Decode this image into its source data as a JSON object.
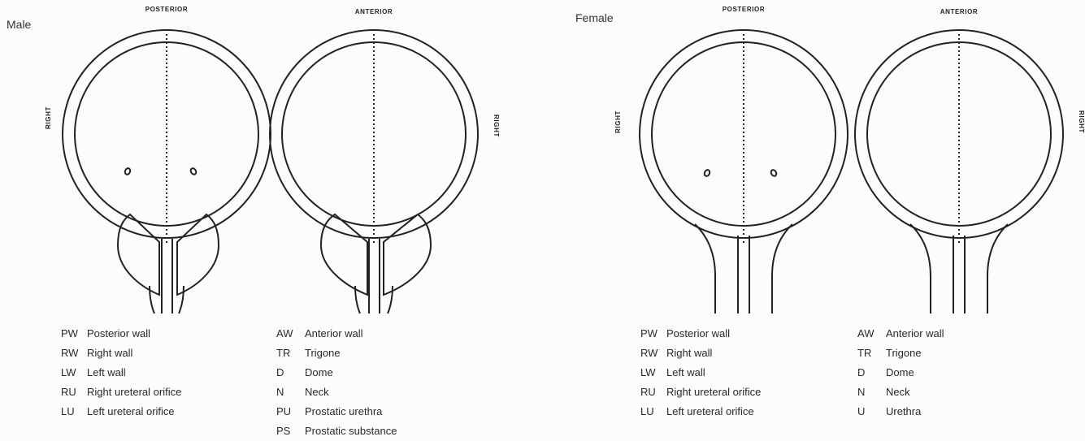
{
  "male": {
    "title": "Male",
    "posterior_label": "POSTERIOR",
    "anterior_label": "ANTERIOR",
    "right_label_left": "RIGHT",
    "right_label_right": "RIGHT",
    "legend_left": [
      {
        "code": "PW",
        "desc": "Posterior wall"
      },
      {
        "code": "RW",
        "desc": "Right wall"
      },
      {
        "code": "LW",
        "desc": "Left wall"
      },
      {
        "code": "RU",
        "desc": "Right ureteral orifice"
      },
      {
        "code": "LU",
        "desc": "Left ureteral orifice"
      }
    ],
    "legend_right": [
      {
        "code": "AW",
        "desc": "Anterior wall"
      },
      {
        "code": "TR",
        "desc": "Trigone"
      },
      {
        "code": "D",
        "desc": "Dome"
      },
      {
        "code": "N",
        "desc": "Neck"
      },
      {
        "code": "PU",
        "desc": "Prostatic urethra"
      },
      {
        "code": "PS",
        "desc": "Prostatic substance"
      }
    ]
  },
  "female": {
    "title": "Female",
    "posterior_label": "POSTERIOR",
    "anterior_label": "ANTERIOR",
    "right_label_left": "RIGHT",
    "right_label_right": "RIGHT",
    "legend_left": [
      {
        "code": "PW",
        "desc": "Posterior wall"
      },
      {
        "code": "RW",
        "desc": "Right wall"
      },
      {
        "code": "LW",
        "desc": "Left wall"
      },
      {
        "code": "RU",
        "desc": "Right ureteral orifice"
      },
      {
        "code": "LU",
        "desc": "Left ureteral orifice"
      }
    ],
    "legend_right": [
      {
        "code": "AW",
        "desc": "Anterior wall"
      },
      {
        "code": "TR",
        "desc": "Trigone"
      },
      {
        "code": "D",
        "desc": "Dome"
      },
      {
        "code": "N",
        "desc": "Neck"
      },
      {
        "code": "U",
        "desc": "Urethra"
      }
    ]
  }
}
